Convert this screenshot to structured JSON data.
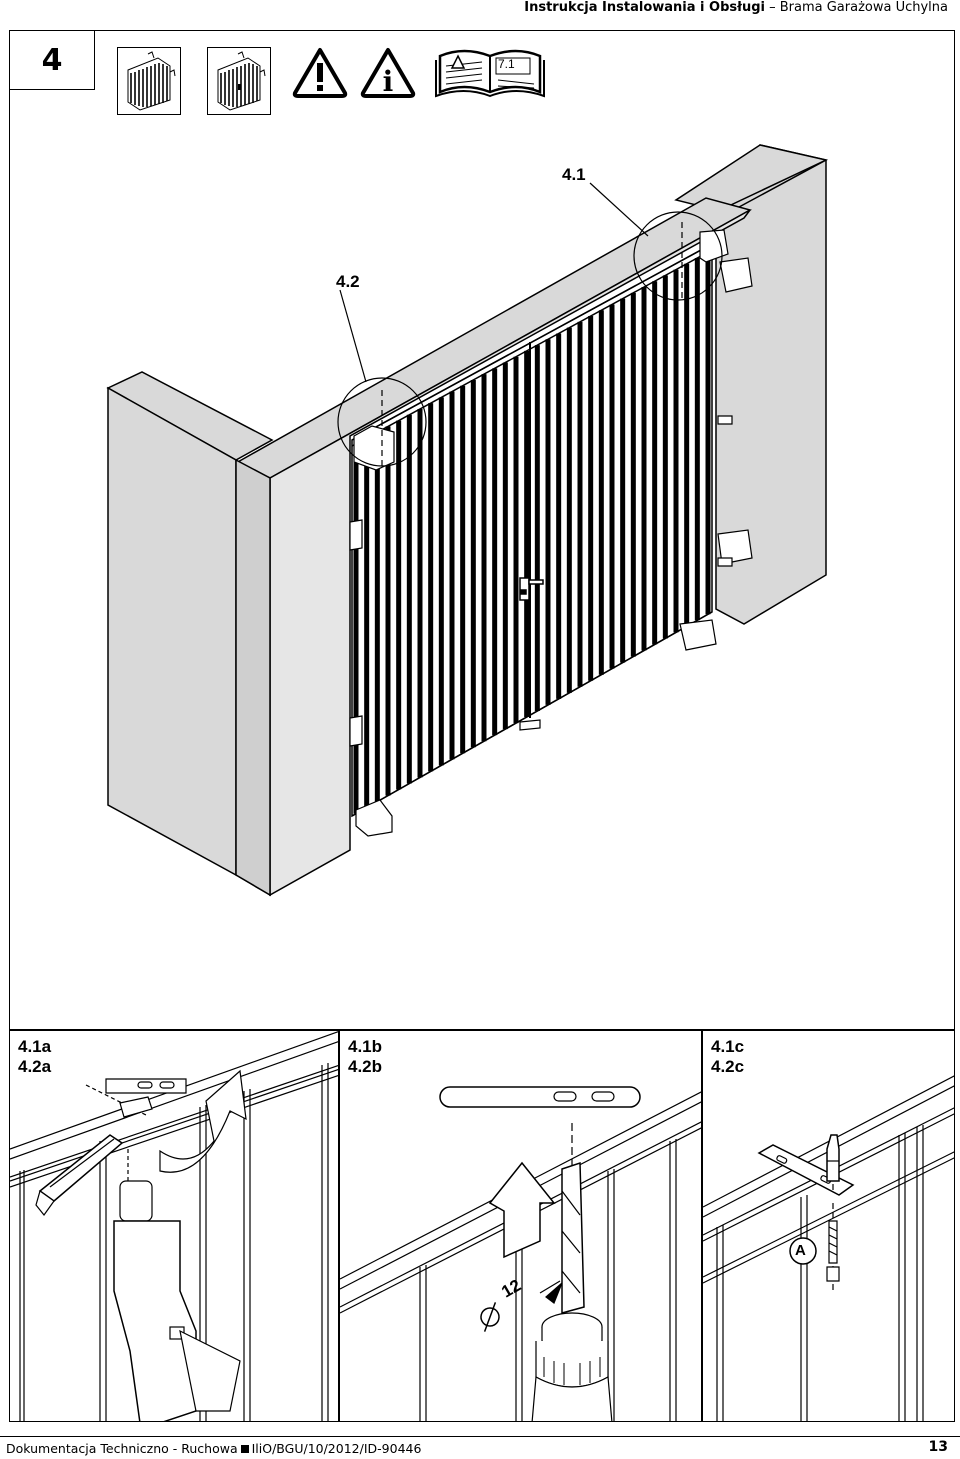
{
  "header": {
    "title": "Instrukcja Instalowania i Obsługi",
    "sep": " – ",
    "subtitle": "Brama Garażowa Uchylna"
  },
  "step": {
    "number": "4"
  },
  "manual_ref": {
    "label": "7.1"
  },
  "main_labels": {
    "callout_1": "4.1",
    "callout_2": "4.2"
  },
  "panels": [
    {
      "line1": "4.1a",
      "line2": "4.2a"
    },
    {
      "line1": "4.1b",
      "line2": "4.2b",
      "diameter": "12"
    },
    {
      "line1": "4.1c",
      "line2": "4.2c",
      "part": "A"
    }
  ],
  "footer": {
    "doc_left": "Dokumentacja Techniczno - Ruchowa",
    "doc_id": "IliO/BGU/10/2012/ID-90446",
    "page": "13"
  },
  "icons": [
    "gate-single-icon",
    "gate-double-icon",
    "warning-icon",
    "info-icon",
    "manual-book-icon"
  ]
}
